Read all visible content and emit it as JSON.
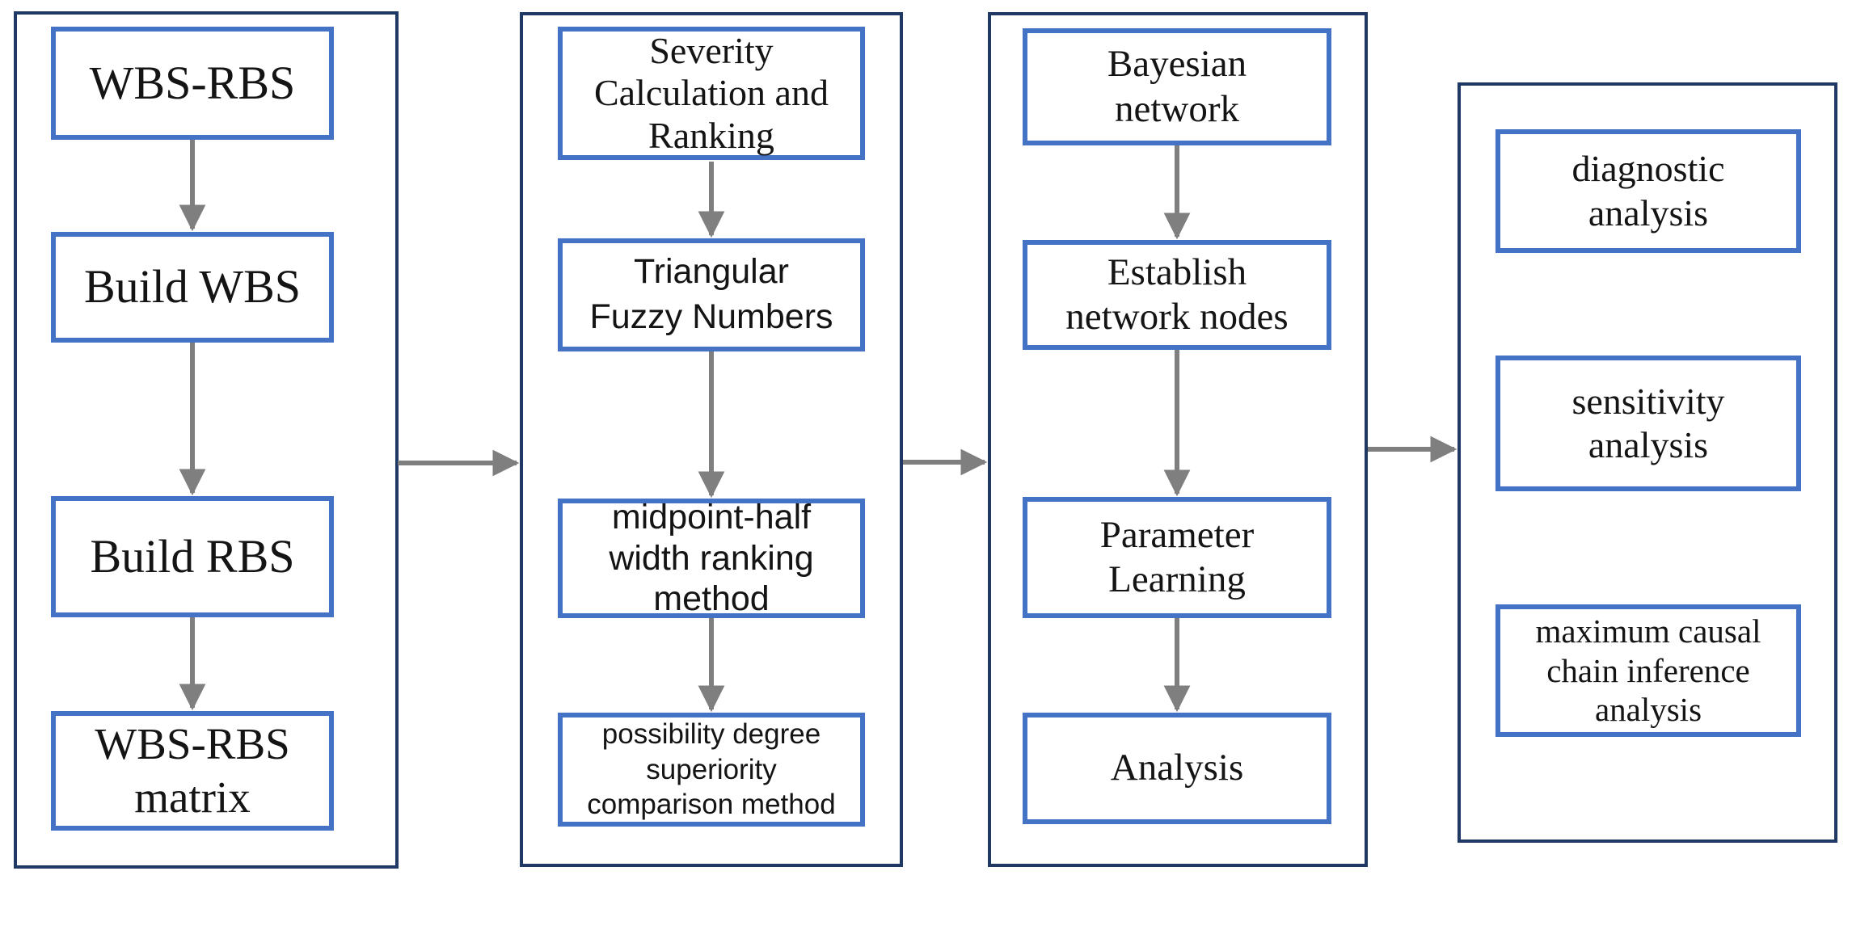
{
  "colors": {
    "node_border": "#4472C4",
    "container_border": "#1F3864",
    "arrow": "#7F7F7F",
    "text": "#141414",
    "background": "#FFFFFF"
  },
  "stages": [
    {
      "name": "wbs-rbs-construction",
      "boxes": [
        {
          "label": "WBS-RBS"
        },
        {
          "label": "Build WBS"
        },
        {
          "label": "Build RBS"
        },
        {
          "label": "WBS-RBS\nmatrix"
        }
      ]
    },
    {
      "name": "severity-calculation",
      "boxes": [
        {
          "label": "Severity\nCalculation and\nRanking"
        },
        {
          "label": "Triangular\nFuzzy Numbers"
        },
        {
          "label": "midpoint-half\nwidth ranking\nmethod"
        },
        {
          "label": "possibility degree\nsuperiority\ncomparison method"
        }
      ]
    },
    {
      "name": "bayesian-network",
      "boxes": [
        {
          "label": "Bayesian\nnetwork"
        },
        {
          "label": "Establish\nnetwork nodes"
        },
        {
          "label": "Parameter\nLearning"
        },
        {
          "label": "Analysis"
        }
      ]
    },
    {
      "name": "result-analyses",
      "boxes": [
        {
          "label": "diagnostic\nanalysis"
        },
        {
          "label": "sensitivity\nanalysis"
        },
        {
          "label": "maximum causal\nchain inference\nanalysis"
        }
      ]
    }
  ]
}
